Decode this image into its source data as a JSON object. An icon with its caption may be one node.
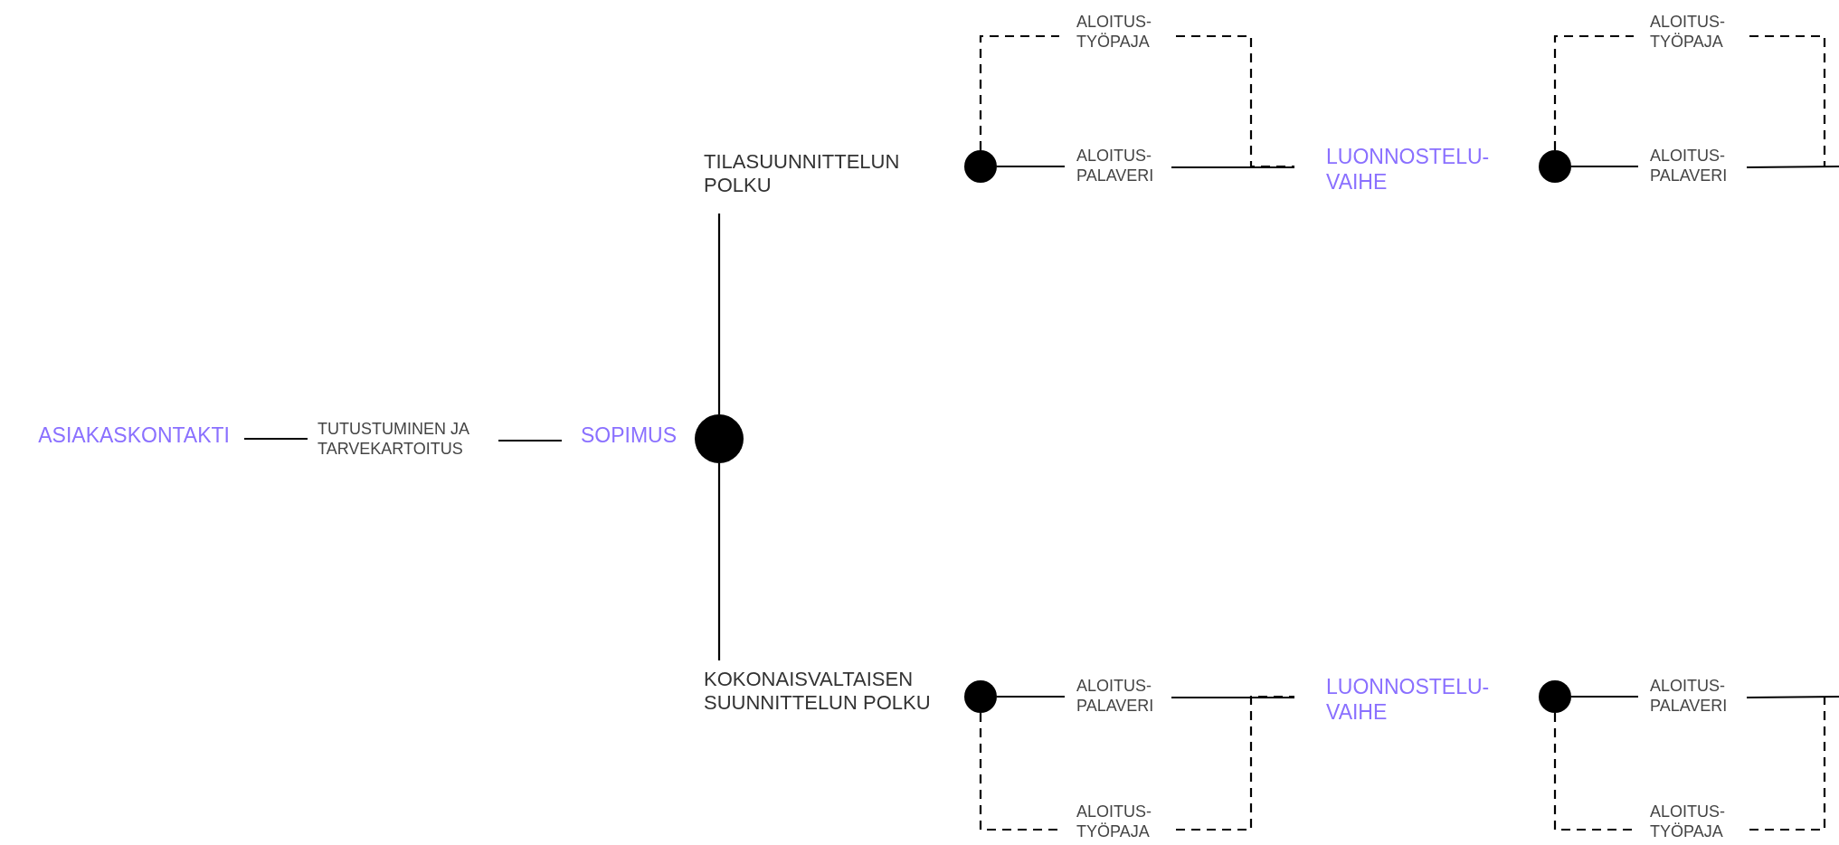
{
  "diagram": {
    "nodes": [
      {
        "text": [
          "ASIAKASKONTAKTI"
        ]
      },
      {
        "text": [
          "TUTUSTUMINEN JA TARVEKARTOITUS"
        ]
      },
      {
        "text": [
          "SOPIMUS"
        ]
      },
      {
        "text": [],
        "shape": "circle"
      },
      {
        "text": [
          "TILASUUNNITTELUN POLKU"
        ]
      },
      {
        "text": [
          "KOKONAISVALTAISEN SUUNNITTELUN POLKU"
        ]
      },
      {
        "text": [],
        "shape": "circle"
      },
      {
        "text": [
          "ALOITUS- TYÖPAJA"
        ]
      },
      {
        "text": [
          "ALOITUS- PALAVERI"
        ]
      },
      {
        "text": [
          "LUONNOSTELU- VAIHE"
        ]
      },
      {
        "text": [],
        "shape": "circle"
      },
      {
        "text": [
          "ALOITUS- TYÖPAJA"
        ]
      },
      {
        "text": [
          "ALOITUS- PALAVERI"
        ]
      },
      {
        "text": [],
        "shape": "circle"
      },
      {
        "text": [
          "ALOITUS- PALAVERI"
        ]
      },
      {
        "text": [
          "ALOITUS- TYÖPAJA"
        ]
      },
      {
        "text": [
          "LUONNOSTELU- VAIHE"
        ]
      },
      {
        "text": [],
        "shape": "circle"
      },
      {
        "text": [
          "ALOITUS- PALAVERI"
        ]
      },
      {
        "text": [
          "ALOITUS- TYÖPAJA"
        ]
      }
    ],
    "edges": [
      {
        "from": 0,
        "to": 1,
        "arrow": "none"
      },
      {
        "from": 1,
        "to": 2,
        "arrow": "none"
      },
      {
        "from": 3,
        "to": 4,
        "arrow": "none"
      },
      {
        "from": 3,
        "to": 5,
        "arrow": "none"
      },
      {
        "from": 6,
        "to": 8,
        "arrow": "none"
      },
      {
        "from": 8,
        "to": 9,
        "arrow": "none"
      },
      {
        "from": 6,
        "to": 7,
        "arrow": "none",
        "style": "dashed"
      },
      {
        "from": 7,
        "to": 9,
        "arrow": "none",
        "style": "dashed"
      },
      {
        "from": 10,
        "to": 12,
        "arrow": "none"
      },
      {
        "from": 12,
        "to": null,
        "arrow": "none"
      },
      {
        "from": 10,
        "to": 11,
        "arrow": "none",
        "style": "dashed"
      },
      {
        "from": 11,
        "to": null,
        "arrow": "none",
        "style": "dashed"
      },
      {
        "from": 13,
        "to": 14,
        "arrow": "none"
      },
      {
        "from": 14,
        "to": 16,
        "arrow": "none"
      },
      {
        "from": 13,
        "to": 15,
        "arrow": "none",
        "style": "dashed"
      },
      {
        "from": 15,
        "to": 16,
        "arrow": "none",
        "style": "dashed"
      },
      {
        "from": 17,
        "to": 18,
        "arrow": "none"
      },
      {
        "from": 18,
        "to": null,
        "arrow": "none"
      },
      {
        "from": 17,
        "to": 19,
        "arrow": "none",
        "style": "dashed"
      },
      {
        "from": 19,
        "to": null,
        "arrow": "none",
        "style": "dashed"
      }
    ]
  }
}
